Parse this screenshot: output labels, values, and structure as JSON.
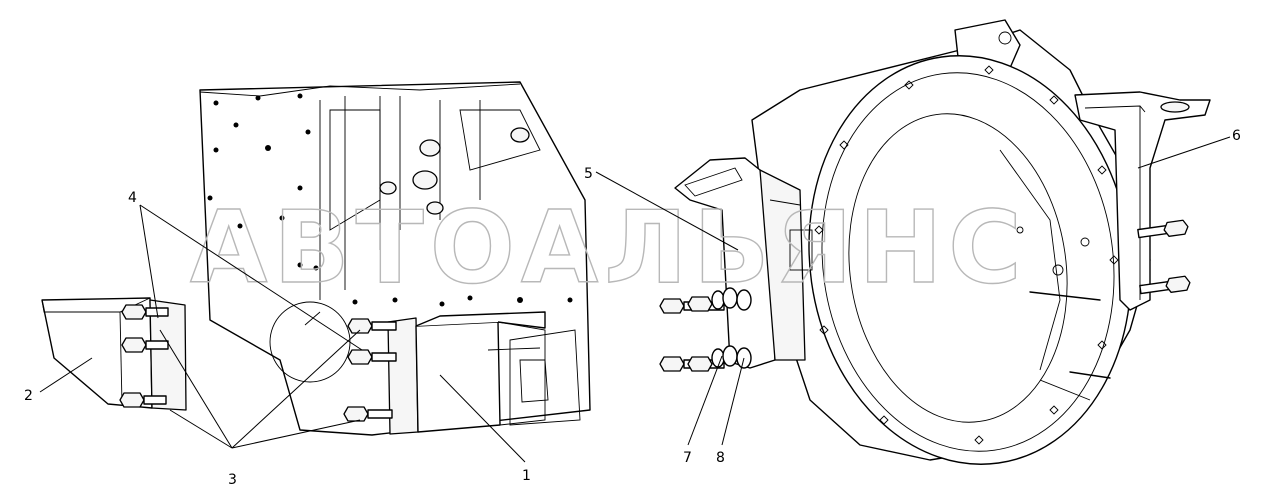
{
  "callouts": {
    "c1": "1",
    "c2": "2",
    "c3": "3",
    "c4": "4",
    "c5": "5",
    "c6": "6",
    "c7": "7",
    "c8": "8"
  },
  "watermark": "АВТОАЛЬЯНС",
  "colors": {
    "line": "#000000",
    "background": "#ffffff",
    "watermark": "#b8b8b8"
  }
}
